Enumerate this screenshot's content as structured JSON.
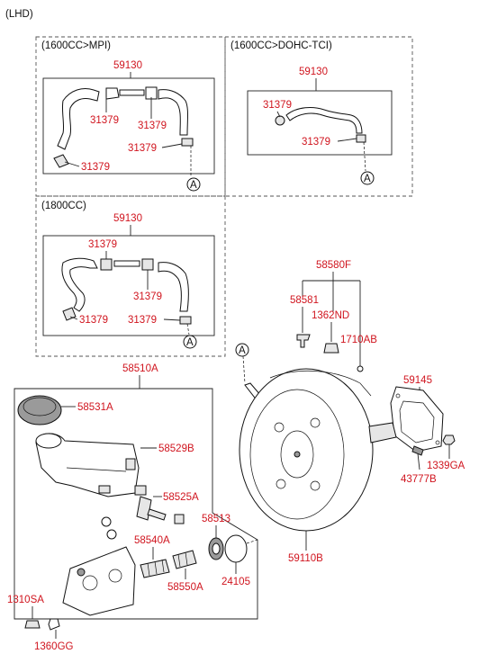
{
  "drive_label": "(LHD)",
  "panels": {
    "mpi": {
      "title": "(1600CC>MPI)"
    },
    "dohc": {
      "title": "(1600CC>DOHC-TCI)"
    },
    "cc1800": {
      "title": "(1800CC)"
    }
  },
  "ref_marker": "A",
  "parts": {
    "hose_assy": "59130",
    "clamp": "31379",
    "bracket_kit": "58580F",
    "bushing": "58581",
    "nut_hex": "1362ND",
    "clip_1710": "1710AB",
    "gasket": "59145",
    "nut_1339": "1339GA",
    "pin_43777": "43777B",
    "master_cyl": "58510A",
    "cap": "58531A",
    "reservoir": "58529B",
    "seal_58525": "58525A",
    "seal_58513": "58513",
    "grommet_58540": "58540A",
    "grommet_58550": "58550A",
    "seal_24105": "24105",
    "booster": "59110B",
    "bolt_1310": "1310SA",
    "nut_1360": "1360GG"
  }
}
